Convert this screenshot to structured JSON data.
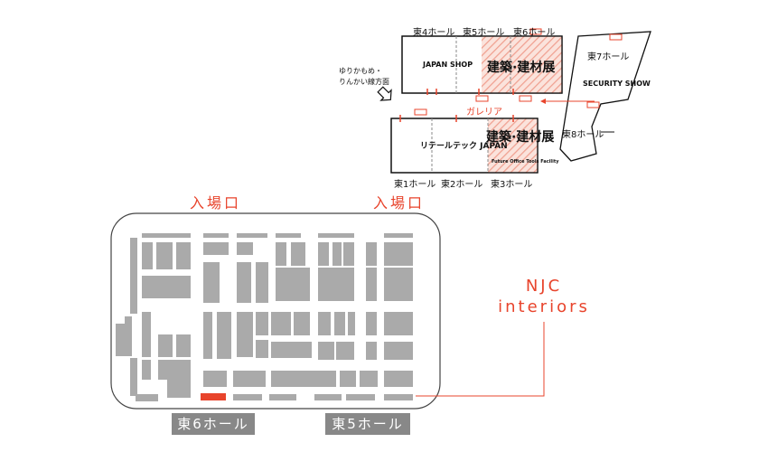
{
  "overview_map": {
    "north_halls": {
      "east4": "東4ホール",
      "east5": "東5ホール",
      "east6": "東6ホール",
      "east7": "東7ホール"
    },
    "south_halls": {
      "east1": "東1ホール",
      "east2": "東2ホール",
      "east3": "東3ホール",
      "east8": "東8ホール"
    },
    "exhibits": {
      "japan_shop": "JAPAN SHOP",
      "kenchiku_north": "建築·建材展",
      "kenchiku_south": "建築·建材展",
      "security_show": "SECURITY SHOW",
      "retail_tech": "リテールテック JAPAN",
      "future_office": "Future Office Tools Facility"
    },
    "galleria": "ガレリア",
    "direction_note_line1": "ゆりかもめ・",
    "direction_note_line2": "りんかい線方面",
    "colors": {
      "accent": "#e8442c",
      "hatch": "#f0a090",
      "outline": "#111111"
    }
  },
  "floor_detail": {
    "entrance_left": "入場口",
    "entrance_right": "入場口",
    "hall_badge_left": "東6ホール",
    "hall_badge_right": "東5ホール",
    "booth_callout_line1": "NJC",
    "booth_callout_line2": "interiors",
    "colors": {
      "booth": "#aaaaaa",
      "highlight_booth": "#e8442c",
      "badge": "#888888"
    }
  }
}
